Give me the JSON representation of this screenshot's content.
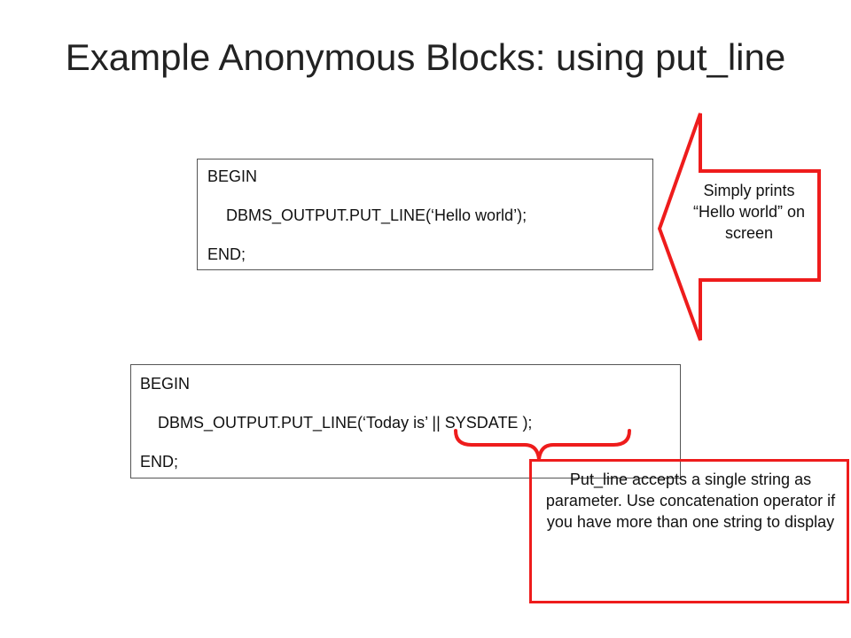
{
  "slide": {
    "title": "Example Anonymous Blocks: using put_line",
    "code_block_1": {
      "lines": [
        "BEGIN",
        "DBMS_OUTPUT.PUT_LINE(‘Hello world’);",
        "END;"
      ]
    },
    "code_block_2": {
      "lines": [
        "BEGIN",
        "DBMS_OUTPUT.PUT_LINE(‘Today is’ || SYSDATE );",
        "END;"
      ]
    },
    "arrow_callout": {
      "text": "Simply prints “Hello world” on screen"
    },
    "note_callout": {
      "text": "Put_line accepts a single string as parameter. Use concatenation operator if you have more than one string to display"
    }
  },
  "colors": {
    "accent_red": "#ee1c1c",
    "text": "#111111",
    "title": "#222222"
  }
}
